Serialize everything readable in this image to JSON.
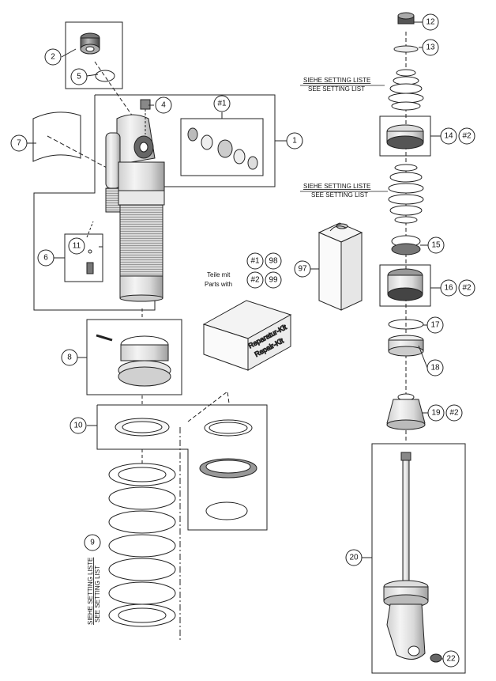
{
  "callouts": {
    "c1": "1",
    "c2": "2",
    "c4": "4",
    "c5": "5",
    "c6": "6",
    "c7": "7",
    "c8": "8",
    "c9": "9",
    "c10": "10",
    "c11": "11",
    "c12": "12",
    "c13": "13",
    "c14": "14",
    "c14b": "#2",
    "c15": "15",
    "c16": "16",
    "c16b": "#2",
    "c17": "17",
    "c18": "18",
    "c19": "19",
    "c19b": "#2",
    "c20": "20",
    "c22": "22",
    "c97": "97",
    "c_h1": "#1",
    "k1": "#1",
    "k98": "98",
    "k2": "#2",
    "k99": "99"
  },
  "notes": {
    "setting_de": "SIEHE SETTING LISTE",
    "setting_en": "SEE SETTING LIST",
    "parts_de": "Teile mit",
    "parts_en": "Parts with",
    "box_line1": "Reparatur-Kit",
    "box_line2": "Repair-Kit"
  }
}
